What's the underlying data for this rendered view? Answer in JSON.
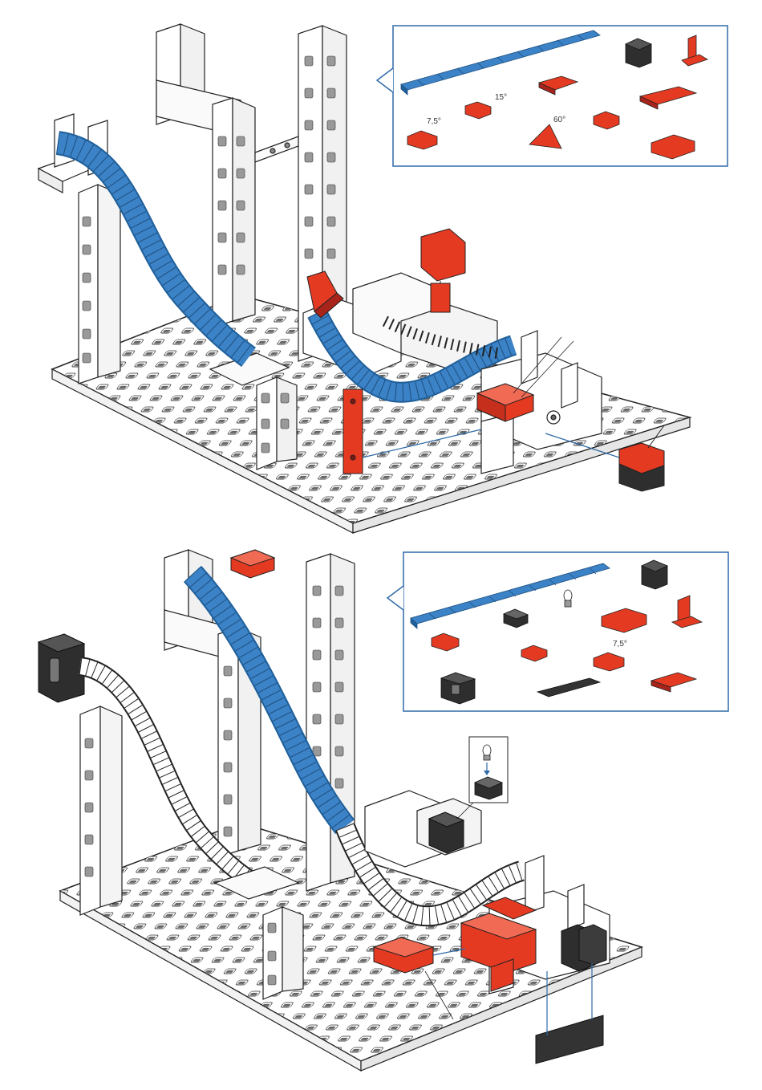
{
  "colors": {
    "blue": "#3b82c6",
    "blue_dark": "#1f5f9a",
    "red": "#e53a22",
    "red_dark": "#a8241a",
    "black": "#2e2e2e",
    "white": "#ffffff",
    "line": "#222222",
    "callout": "#2f6aa8"
  },
  "step1": {
    "parts": {
      "angle_a": "7,5°",
      "angle_b": "15°",
      "angle_c": "60°"
    }
  },
  "step2": {
    "parts": {
      "angle_a": "7,5°"
    }
  },
  "icons": [
    "baseplate",
    "building-block",
    "track-segment",
    "lamp-socket",
    "light-bulb",
    "axle-wheel"
  ]
}
